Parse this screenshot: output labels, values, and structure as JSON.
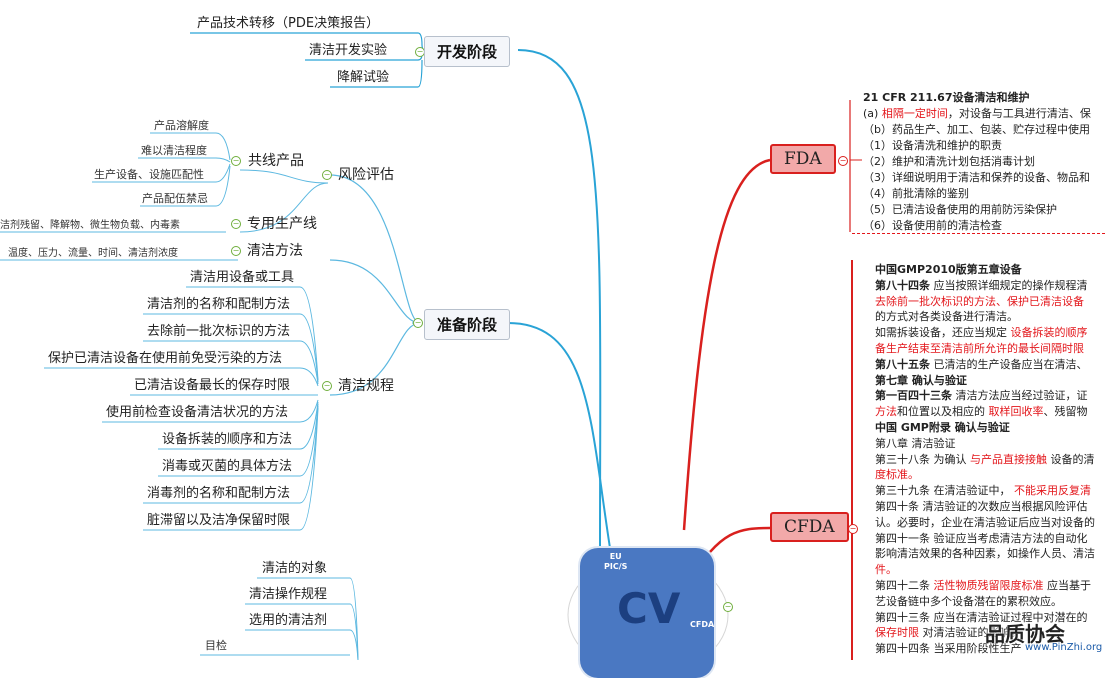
{
  "root": {
    "label": "CV",
    "tags": [
      "EU\nPIC/S",
      "CFDA"
    ]
  },
  "branches": {
    "development": {
      "label": "开发阶段",
      "items": [
        "产品技术转移（PDE决策报告）",
        "清洁开发实验",
        "降解试验"
      ]
    },
    "preparation": {
      "label": "准备阶段",
      "risk": {
        "label": "风险评估",
        "shared": {
          "label": "共线产品",
          "items": [
            "产品溶解度",
            "难以清洁程度",
            "生产设备、设施匹配性",
            "产品配伍禁忌"
          ]
        },
        "dedicated": {
          "label": "专用生产线",
          "items": [
            "洁剂残留、降解物、微生物负载、内毒素"
          ]
        }
      },
      "method": {
        "label": "清洁方法",
        "items": [
          "温度、压力、流量、时间、清洁剂浓度"
        ]
      },
      "procedure": {
        "label": "清洁规程",
        "items": [
          "清洁用设备或工具",
          "清洁剂的名称和配制方法",
          "去除前一批次标识的方法",
          "保护已清洁设备在使用前免受污染的方法",
          "已清洁设备最长的保存时限",
          "使用前检查设备清洁状况的方法",
          "设备拆装的顺序和方法",
          "消毒或灭菌的具体方法",
          "消毒剂的名称和配制方法",
          "脏滞留以及洁净保留时限"
        ]
      }
    },
    "lower": {
      "items": [
        "清洁的对象",
        "清洁操作规程",
        "选用的清洁剂",
        "目检"
      ]
    }
  },
  "fda": {
    "label": "FDA",
    "lines": [
      "21 CFR 211.67设备清洁和维护",
      "(a) 相隔一定时间，对设备与工具进行清洁、保",
      "（b）药品生产、加工、包装、贮存过程中使用",
      "（1）设备清洗和维护的职责",
      "（2）维护和清洗计划包括消毒计划",
      "（3）详细说明用于清洁和保养的设备、物品和",
      "（4）前批清除的鉴别",
      "（5）已清洁设备使用的用前防污染保护",
      "（6）设备使用前的清洁检查"
    ]
  },
  "cfda": {
    "label": "CFDA",
    "lines": [
      "中国GMP2010版第五章设备",
      "第八十四条 应当按照详细规定的操作规程清",
      "去除前一批次标识的方法、保护已清洁设备",
      "的方式对各类设备进行清洁。",
      "如需拆装设备，还应当规定 设备拆装的顺序",
      "备生产结束至清洁前所允许的最长间隔时限",
      "第八十五条 已清洁的生产设备应当在清洁、",
      "第七章 确认与验证",
      "第一百四十三条 清洁方法应当经过验证，证",
      "方法和位置以及相应的 取样回收率、残留物",
      "中国 GMP附录 确认与验证",
      "第八章 清洁验证",
      "第三十八条 为确认 与产品直接接触 设备的清",
      "度标准。",
      "第三十九条 在清洁验证中， 不能采用反复清",
      "第四十条 清洁验证的次数应当根据风险评估",
      "认。必要时，企业在清洁验证后应当对设备的",
      "第四十一条 验证应当考虑清洁方法的自动化",
      "影响清洁效果的各种因素，如操作人员、清洁",
      "件。",
      "第四十二条 活性物质残留限度标准 应当基于",
      "艺设备链中多个设备潜在的累积效应。",
      "第四十三条 应当在清洁验证过程中对潜在的",
      "保存时限 对清洁验证的影响。",
      "第四十四条 当采用阶段性生产"
    ]
  },
  "watermark": {
    "title": "品质协会",
    "url": "www.PinZhi.org"
  },
  "colors": {
    "dev_line": "#29a3d6",
    "prep_line": "#5cb8e0",
    "reg_line": "#d9201e",
    "root_fill": "#4a78c2"
  }
}
